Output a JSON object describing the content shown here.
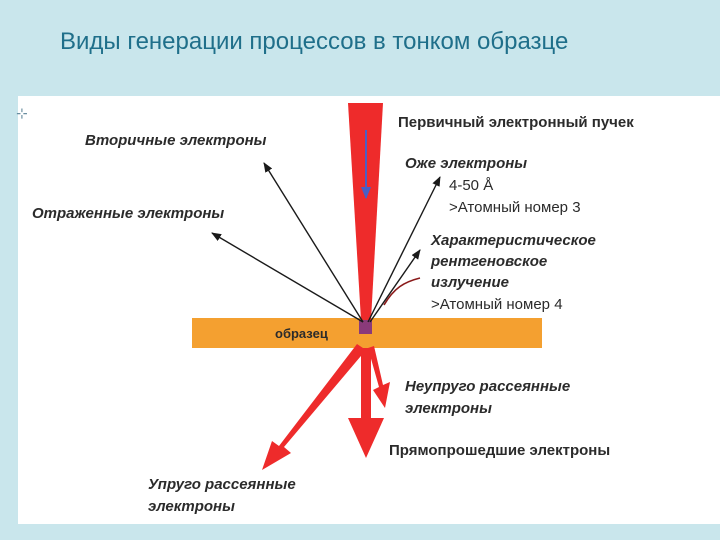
{
  "title": "Виды генерации процессов в тонком образце",
  "corner_mark": "⊹",
  "labels": {
    "primary_beam": "Первичный электронный пучек",
    "secondary": "Вторичные электроны",
    "auger": "Оже электроны",
    "auger_depth": "4-50 Å",
    "auger_atomic": ">Атомный номер 3",
    "reflected": "Отраженные электроны",
    "xray_1": "Характеристическое",
    "xray_2": "рентгеновское",
    "xray_3": "излучение",
    "xray_atomic": ">Атомный номер  4",
    "sample": "образец",
    "inelastic_1": "Неупруго рассеянные",
    "inelastic_2": "электроны",
    "transmitted": "Прямопрошедшие электроны",
    "elastic_1": "Упруго  рассеянные",
    "elastic_2": "электроны"
  },
  "colors": {
    "background": "#c9e6ec",
    "title": "#1f6f8a",
    "beam": "#ee2b2b",
    "sample": "#f4a030",
    "arrow": "#1a1a1a",
    "beam_direction_arrow": "#4a5fc4"
  }
}
